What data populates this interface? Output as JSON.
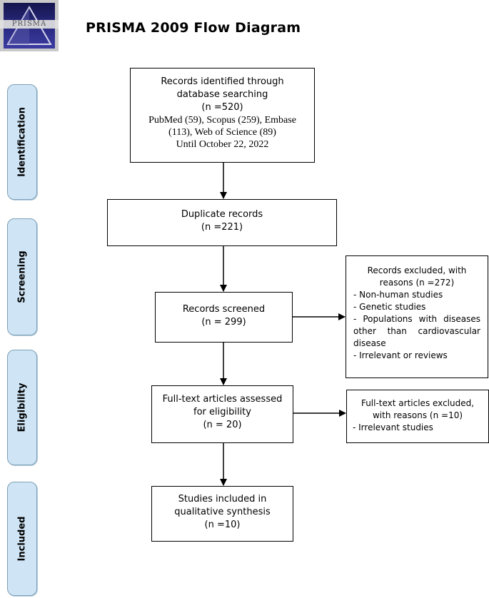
{
  "logo": {
    "text": "PRISMA"
  },
  "title": "PRISMA 2009 Flow Diagram",
  "stages": [
    {
      "label": "Identification"
    },
    {
      "label": "Screening"
    },
    {
      "label": "Eligibility"
    },
    {
      "label": "Included"
    }
  ],
  "identified": {
    "line1": "Records identified through",
    "line2": "database searching",
    "count": "(n =520)",
    "sources1": "PubMed (59), Scopus (259), Embase",
    "sources2": "(113), Web of Science (89)",
    "date": "Until October 22, 2022"
  },
  "duplicates": {
    "label": "Duplicate records",
    "count": "(n =221)"
  },
  "screened": {
    "label": "Records screened",
    "count": "(n = 299)"
  },
  "excluded": {
    "header1": "Records excluded, with",
    "header2": "reasons (n =272)",
    "items": [
      "- Non-human studies",
      "- Genetic studies",
      "- Populations with diseases",
      "other than cardiovascular",
      "disease",
      "- Irrelevant or reviews"
    ]
  },
  "fulltext": {
    "line1": "Full-text articles assessed",
    "line2": "for eligibility",
    "count": "(n = 20)"
  },
  "fulltext_excluded": {
    "header1": "Full-text articles excluded,",
    "header2": "with reasons (n =10)",
    "items": [
      "- Irrelevant studies"
    ]
  },
  "included": {
    "line1": "Studies included in",
    "line2": "qualitative synthesis",
    "count": "(n =10)"
  }
}
